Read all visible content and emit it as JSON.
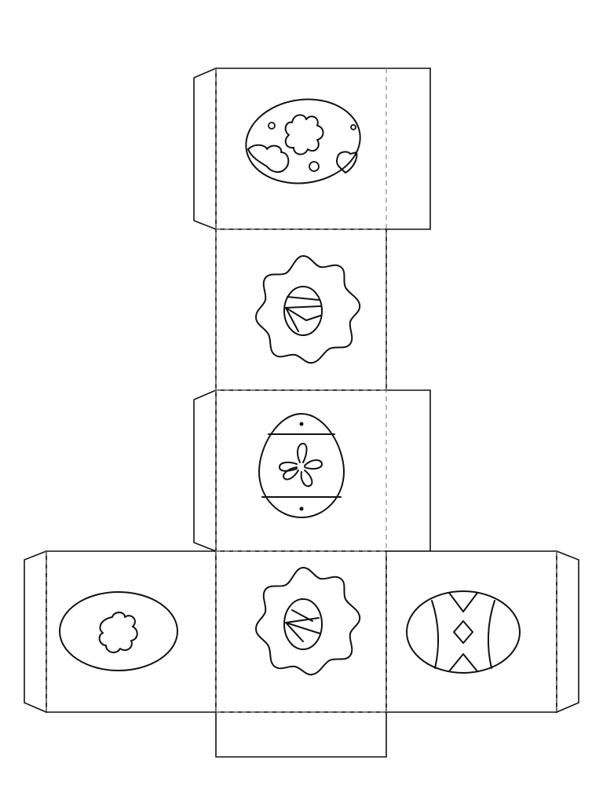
{
  "sheet": {
    "background": "#ffffff",
    "cut_line_color": "#111111",
    "fold_line_color": "#8a8a8a",
    "fold_line_style": "dashed"
  },
  "net": {
    "kind": "cube box net",
    "panels": [
      {
        "id": "top-panel",
        "icon": "spotted-egg-icon"
      },
      {
        "id": "upper-middle-panel",
        "icon": "sun-frame-egg-icon"
      },
      {
        "id": "middle-panel",
        "icon": "flower-egg-icon"
      },
      {
        "id": "center-panel",
        "icon": "sun-frame-egg-icon"
      },
      {
        "id": "left-panel",
        "icon": "flower-oval-egg-icon"
      },
      {
        "id": "right-panel",
        "icon": "diamond-pattern-egg-icon"
      },
      {
        "id": "bottom-flap",
        "icon": "none"
      }
    ]
  }
}
